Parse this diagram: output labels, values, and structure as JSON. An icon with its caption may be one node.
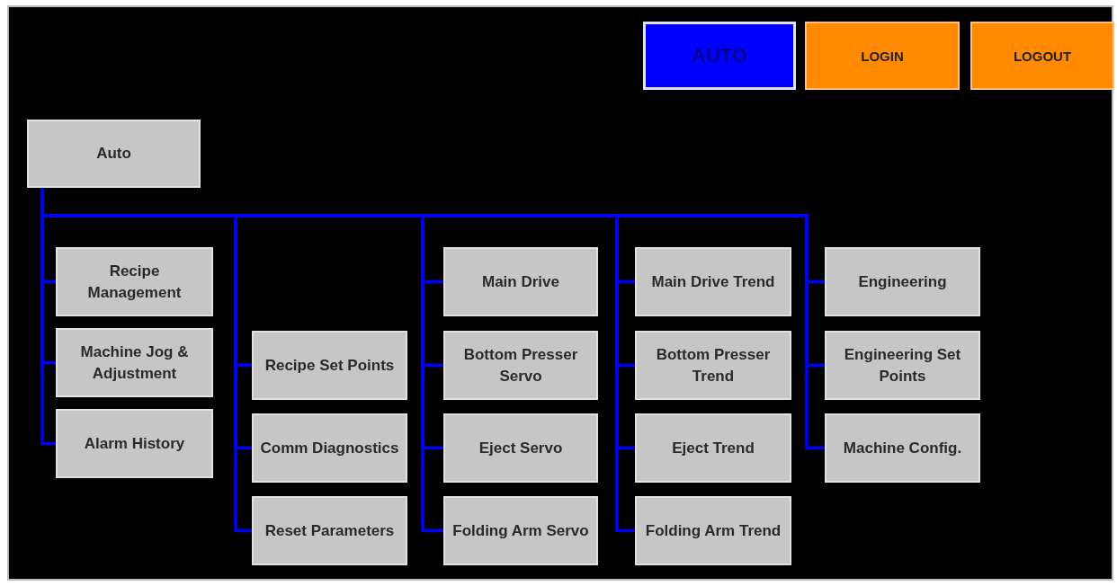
{
  "diagram": {
    "nodes": [
      {
        "text": [
          "AUTO"
        ]
      },
      {
        "text": [
          "LOGIN"
        ]
      },
      {
        "text": [
          "LOGOUT"
        ]
      },
      {
        "text": [
          "Auto"
        ]
      },
      {
        "text": [
          "Recipe Management"
        ]
      },
      {
        "text": [
          "Machine Jog & Adjustment"
        ]
      },
      {
        "text": [
          "Alarm History"
        ]
      },
      {
        "text": [
          "Recipe Set Points"
        ]
      },
      {
        "text": [
          "Comm Diagnostics"
        ]
      },
      {
        "text": [
          "Reset Parameters"
        ]
      },
      {
        "text": [
          "Main Drive"
        ]
      },
      {
        "text": [
          "Bottom Presser Servo"
        ]
      },
      {
        "text": [
          "Eject Servo"
        ]
      },
      {
        "text": [
          "Folding Arm Servo"
        ]
      },
      {
        "text": [
          "Main Drive Trend"
        ]
      },
      {
        "text": [
          "Bottom Presser Trend"
        ]
      },
      {
        "text": [
          "Eject Trend"
        ]
      },
      {
        "text": [
          "Folding Arm Trend"
        ]
      },
      {
        "text": [
          "Engineering"
        ]
      },
      {
        "text": [
          "Engineering Set Points"
        ]
      },
      {
        "text": [
          "Machine Config."
        ]
      }
    ],
    "edges": [
      {
        "from": 3,
        "to": 4,
        "arrow": "none"
      },
      {
        "from": 3,
        "to": 5,
        "arrow": "none"
      },
      {
        "from": 3,
        "to": 6,
        "arrow": "none"
      },
      {
        "from": 3,
        "to": 7,
        "arrow": "none"
      },
      {
        "from": 3,
        "to": 8,
        "arrow": "none"
      },
      {
        "from": 3,
        "to": 9,
        "arrow": "none"
      },
      {
        "from": 3,
        "to": 10,
        "arrow": "none"
      },
      {
        "from": 3,
        "to": 11,
        "arrow": "none"
      },
      {
        "from": 3,
        "to": 12,
        "arrow": "none"
      },
      {
        "from": 3,
        "to": 13,
        "arrow": "none"
      },
      {
        "from": 3,
        "to": 14,
        "arrow": "none"
      },
      {
        "from": 3,
        "to": 15,
        "arrow": "none"
      },
      {
        "from": 3,
        "to": 16,
        "arrow": "none"
      },
      {
        "from": 3,
        "to": 17,
        "arrow": "none"
      },
      {
        "from": 3,
        "to": 18,
        "arrow": "none"
      },
      {
        "from": 3,
        "to": 19,
        "arrow": "none"
      },
      {
        "from": 3,
        "to": 20,
        "arrow": "none"
      }
    ]
  }
}
